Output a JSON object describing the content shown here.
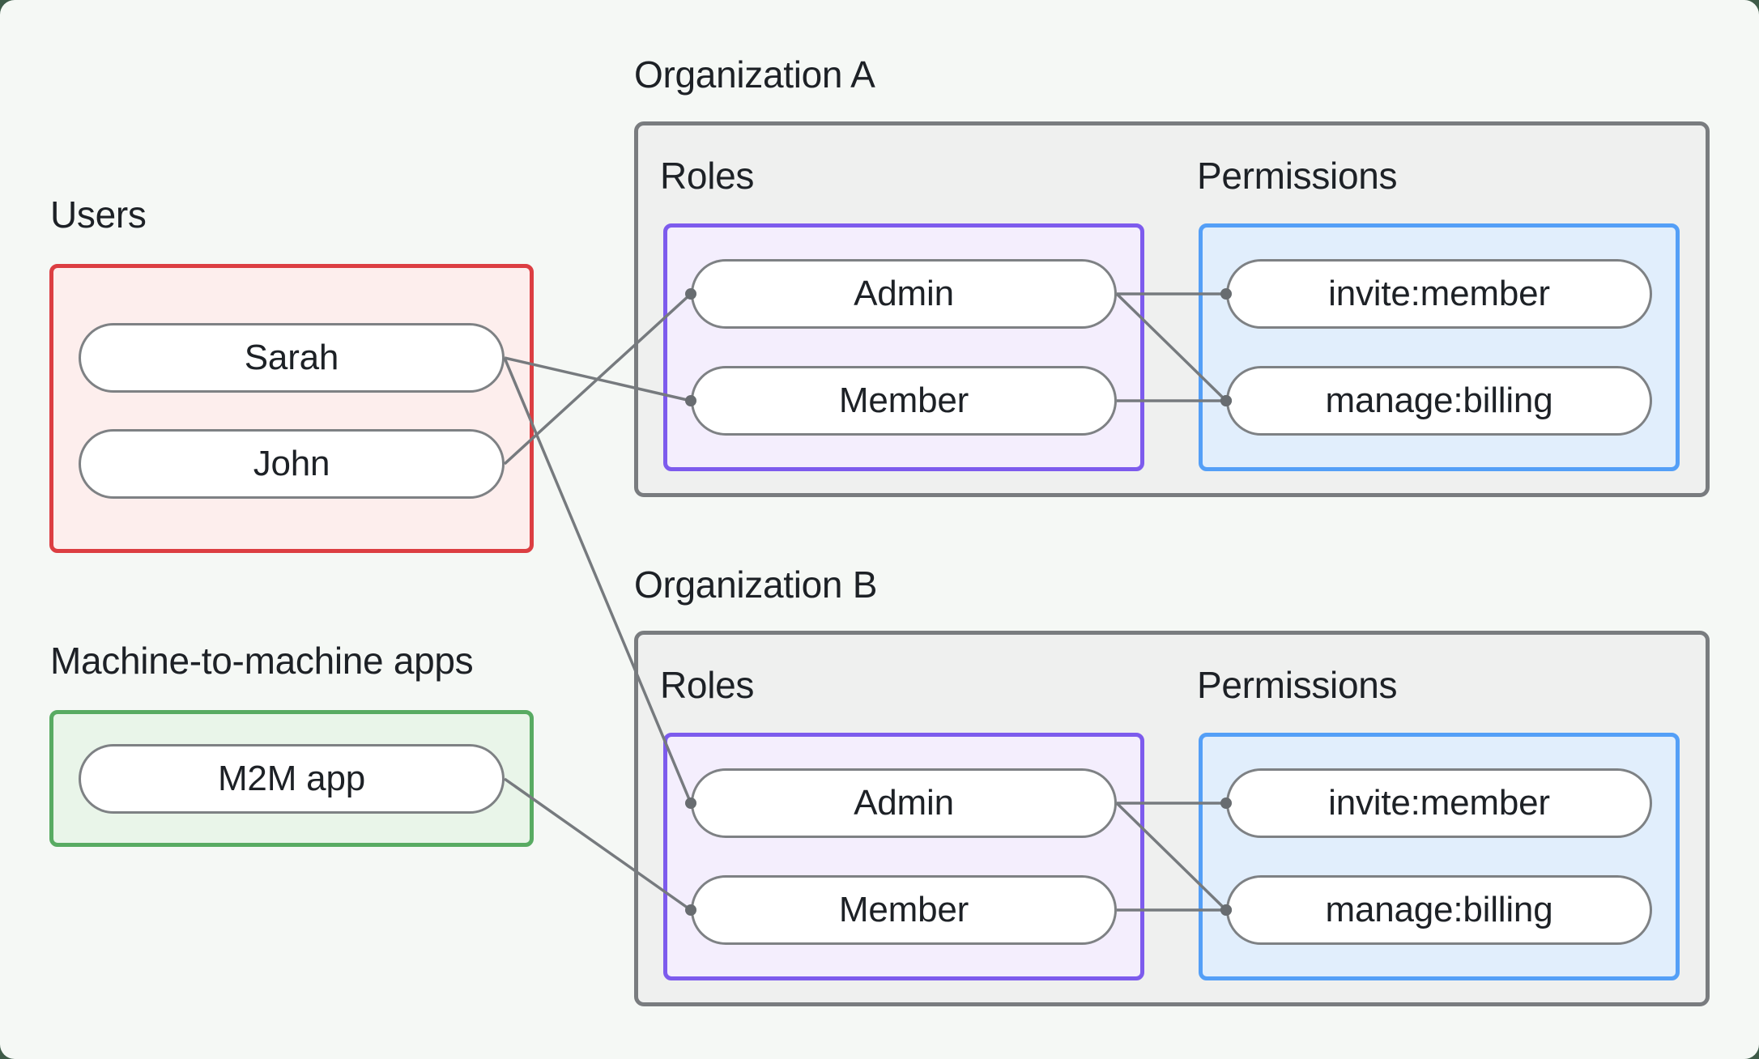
{
  "colors": {
    "outer": "#3e5b48",
    "bg": "#f5f8f5",
    "ink": "#1d2126",
    "line": "#767a7e",
    "dot": "#686c70",
    "red-border": "#dc3e42",
    "red-fill": "#fdeeed",
    "green-border": "#58ab62",
    "green-fill": "#e9f5e9",
    "gray-border": "#797c7f",
    "gray-fill": "#eff0ef",
    "purple-border": "#7d5bed",
    "purple-fill": "#f4eefd",
    "blue-border": "#549ff7",
    "blue-fill": "#e1eefc",
    "pill-border": "#7e8184",
    "pill-fill": "#ffffff"
  },
  "users_section": {
    "label": "Users",
    "items": [
      {
        "id": "user-sarah",
        "label": "Sarah"
      },
      {
        "id": "user-john",
        "label": "John"
      }
    ]
  },
  "m2m_section": {
    "label": "Machine-to-machine apps",
    "items": [
      {
        "id": "m2m-app",
        "label": "M2M app"
      }
    ]
  },
  "organizations": [
    {
      "title": "Organization A",
      "roles_label": "Roles",
      "permissions_label": "Permissions",
      "roles": [
        {
          "id": "orgA-role-admin",
          "label": "Admin"
        },
        {
          "id": "orgA-role-member",
          "label": "Member"
        }
      ],
      "permissions": [
        {
          "id": "orgA-perm-invite",
          "label": "invite:member"
        },
        {
          "id": "orgA-perm-billing",
          "label": "manage:billing"
        }
      ]
    },
    {
      "title": "Organization B",
      "roles_label": "Roles",
      "permissions_label": "Permissions",
      "roles": [
        {
          "id": "orgB-role-admin",
          "label": "Admin"
        },
        {
          "id": "orgB-role-member",
          "label": "Member"
        }
      ],
      "permissions": [
        {
          "id": "orgB-perm-invite",
          "label": "invite:member"
        },
        {
          "id": "orgB-perm-billing",
          "label": "manage:billing"
        }
      ]
    }
  ],
  "connections": [
    {
      "from": "user-sarah",
      "to": "orgA-role-member"
    },
    {
      "from": "user-john",
      "to": "orgA-role-admin"
    },
    {
      "from": "user-sarah",
      "to": "orgB-role-admin"
    },
    {
      "from": "m2m-app",
      "to": "orgB-role-member"
    },
    {
      "from": "orgA-role-admin",
      "to": "orgA-perm-invite"
    },
    {
      "from": "orgA-role-admin",
      "to": "orgA-perm-billing"
    },
    {
      "from": "orgA-role-member",
      "to": "orgA-perm-billing"
    },
    {
      "from": "orgB-role-admin",
      "to": "orgB-perm-invite"
    },
    {
      "from": "orgB-role-admin",
      "to": "orgB-perm-billing"
    },
    {
      "from": "orgB-role-member",
      "to": "orgB-perm-billing"
    }
  ]
}
